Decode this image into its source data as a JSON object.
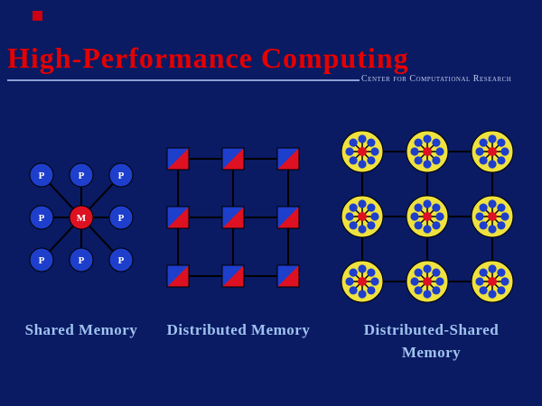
{
  "slide": {
    "title": "High-Performance Computing",
    "subtitle": "Center for Computational Research"
  },
  "captions": {
    "shared": "Shared Memory",
    "distributed": "Distributed Memory",
    "distributed_shared_line1": "Distributed-Shared",
    "distributed_shared_line2": "Memory"
  },
  "nodes": {
    "processor_label": "P",
    "memory_label": "M"
  },
  "colors": {
    "background": "#0a1a63",
    "title_red": "#e60000",
    "underline_blue": "#8f9fd6",
    "subtitle_blue": "#c0cbec",
    "caption_blue": "#9fc3ef",
    "node_blue": "#1e3ecc",
    "node_red": "#dd1122",
    "cluster_yellow": "#efe240",
    "line_black": "#000000",
    "node_text": "#ffffff",
    "corner_red": "#cc0011"
  }
}
